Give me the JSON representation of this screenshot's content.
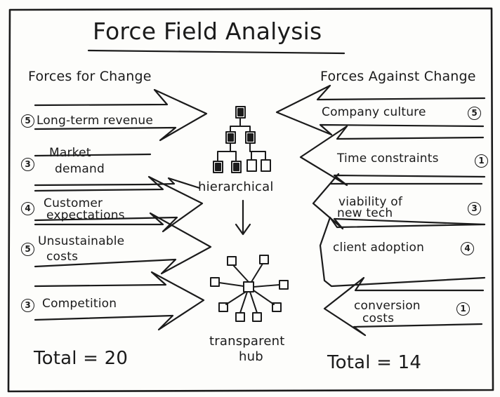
{
  "title": "Force Field Analysis",
  "for_heading": "Forces for Change",
  "against_heading": "Forces Against Change",
  "forces_for": [
    {
      "label": "Long-term revenue",
      "weight": "5"
    },
    {
      "label_line1": "Market",
      "label_line2": "demand",
      "weight": "3"
    },
    {
      "label_line1": "Customer",
      "label_line2": "expectations",
      "weight": "4"
    },
    {
      "label_line1": "Unsustainable",
      "label_line2": "costs",
      "weight": "5"
    },
    {
      "label": "Competition",
      "weight": "3"
    }
  ],
  "forces_against": [
    {
      "label": "Company culture",
      "weight": "5"
    },
    {
      "label": "Time constraints",
      "weight": "1"
    },
    {
      "label_line1": "viability of",
      "label_line2": "new tech",
      "weight": "3"
    },
    {
      "label": "client adoption",
      "weight": "4"
    },
    {
      "label_line1": "conversion",
      "label_line2": "costs",
      "weight": "1"
    }
  ],
  "center": {
    "from_label": "hierarchical",
    "to_label_line1": "transparent",
    "to_label_line2": "hub"
  },
  "totals": {
    "for": "Total = 20",
    "against": "Total = 14"
  }
}
